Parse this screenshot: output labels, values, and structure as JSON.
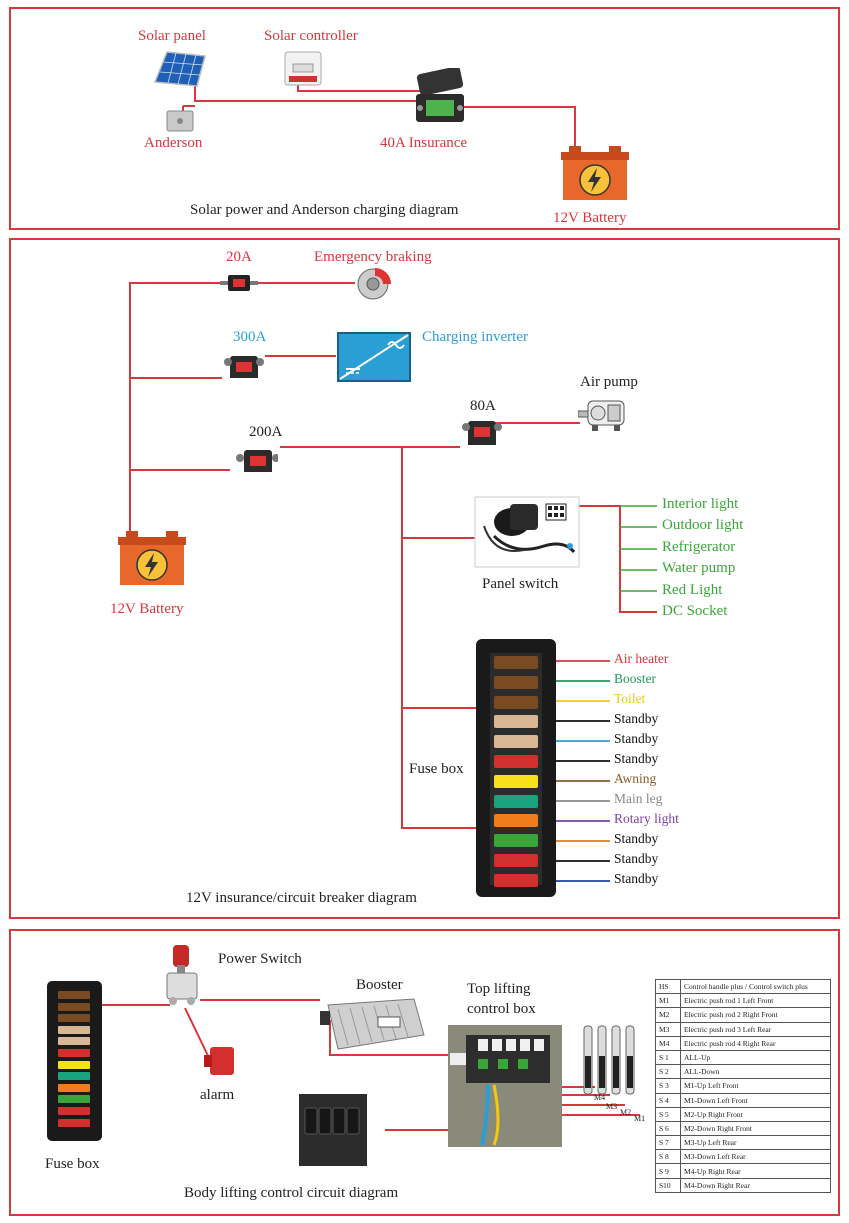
{
  "solar_section": {
    "solar_panel": "Solar panel",
    "solar_controller": "Solar controller",
    "anderson": "Anderson",
    "insurance": "40A  Insurance",
    "battery": "12V  Battery",
    "caption": "Solar power and Anderson charging diagram"
  },
  "breaker_section": {
    "breaker_20a": "20A",
    "emergency_braking": "Emergency braking",
    "breaker_300a": "300A",
    "charging_inverter": "Charging  inverter",
    "breaker_80a": "80A",
    "air_pump": "Air pump",
    "breaker_200a": "200A",
    "battery": "12V  Battery",
    "panel_switch": "Panel switch",
    "panel_outputs": [
      "Interior light",
      "Outdoor light",
      "Refrigerator",
      "Water pump",
      "Red Light",
      "DC Socket"
    ],
    "fuse_box": "Fuse box",
    "fuse_outputs": [
      {
        "label": "Air heater",
        "color": "#d9363e"
      },
      {
        "label": "Booster",
        "color": "#1e9a5a"
      },
      {
        "label": "Toilet",
        "color": "#f2c811"
      },
      {
        "label": "Standby",
        "color": "#111111"
      },
      {
        "label": "Standby",
        "color": "#111111"
      },
      {
        "label": "Standby",
        "color": "#111111"
      },
      {
        "label": "Awning",
        "color": "#8a5a2b"
      },
      {
        "label": "Main leg",
        "color": "#888888"
      },
      {
        "label": "Rotary light",
        "color": "#7b3fa0"
      },
      {
        "label": "Standby",
        "color": "#111111"
      },
      {
        "label": "Standby",
        "color": "#111111"
      },
      {
        "label": "Standby",
        "color": "#111111"
      }
    ],
    "caption": "12V insurance/circuit breaker diagram"
  },
  "body_section": {
    "fuse_box": "Fuse box",
    "power_switch": "Power Switch",
    "alarm": "alarm",
    "booster": "Booster",
    "control_box_line1": "Top lifting",
    "control_box_line2": "control box",
    "motor_labels": [
      "M4",
      "M3",
      "M2",
      "M1"
    ],
    "caption": "Body lifting control circuit diagram",
    "code_table": [
      {
        "code": "HS",
        "desc": "Control handle plus / Control switch plus"
      },
      {
        "code": "M1",
        "desc": "Electric push rod 1  Left Front"
      },
      {
        "code": "M2",
        "desc": "Electric push rod 2  Right Front"
      },
      {
        "code": "M3",
        "desc": "Electric push rod 3  Left Rear"
      },
      {
        "code": "M4",
        "desc": "Electric push rod 4  Right Rear"
      },
      {
        "code": "S 1",
        "desc": "ALL-Up"
      },
      {
        "code": "S 2",
        "desc": "ALL-Down"
      },
      {
        "code": "S 3",
        "desc": "M1-Up Left Front"
      },
      {
        "code": "S 4",
        "desc": "M1-Down Left Front"
      },
      {
        "code": "S 5",
        "desc": "M2-Up Right Front"
      },
      {
        "code": "S 6",
        "desc": "M2-Down Right Front"
      },
      {
        "code": "S 7",
        "desc": "M3-Up Left Rear"
      },
      {
        "code": "S 8",
        "desc": "M3-Down Left Rear"
      },
      {
        "code": "S 9",
        "desc": "M4-Up Right Rear"
      },
      {
        "code": "S10",
        "desc": "M4-Down Right Rear"
      }
    ]
  },
  "colors": {
    "frame": "#d9363e",
    "wire": "#d9363e",
    "battery": "#e8672a",
    "inverter": "#2a9fd6",
    "panel_outputs": "#3aa639"
  }
}
